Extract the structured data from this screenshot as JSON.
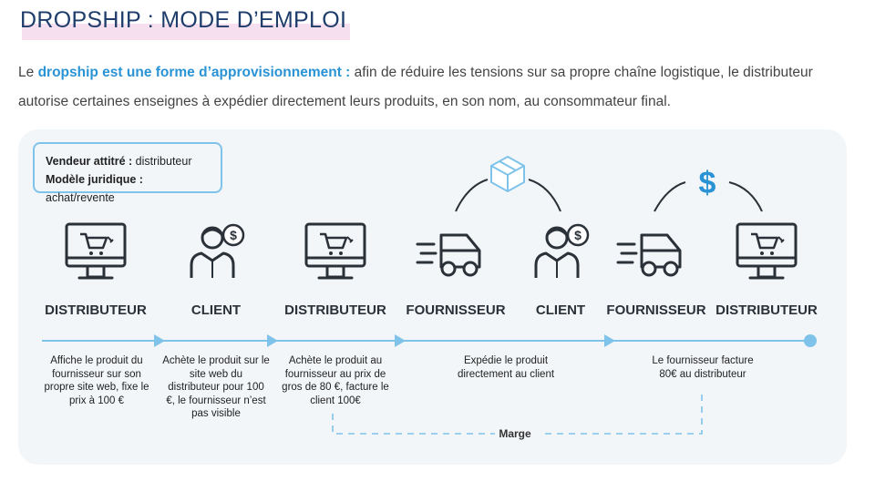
{
  "title": "DROPSHIP : MODE D’EMPLOI",
  "intro": {
    "lead": "Le",
    "highlight": "dropship est une forme d’approvisionnement :",
    "rest": "afin de réduire les tensions sur sa propre chaîne logistique, le distributeur autorise certaines enseignes à expédier directement leurs produits, en son nom, au consommateur final."
  },
  "infobox": {
    "line1_key": "Vendeur attitré :",
    "line1_val": "distributeur",
    "line2_key": "Modèle juridique :",
    "line2_val": "achat/revente"
  },
  "actors": [
    {
      "label": "DISTRIBUTEUR",
      "icon": "computer-cart-icon"
    },
    {
      "label": "CLIENT",
      "icon": "person-dollar-icon"
    },
    {
      "label": "DISTRIBUTEUR",
      "icon": "computer-cart-icon"
    },
    {
      "label": "FOURNISSEUR",
      "icon": "delivery-truck-icon"
    },
    {
      "label": "CLIENT",
      "icon": "person-dollar-icon"
    },
    {
      "label": "FOURNISSEUR",
      "icon": "delivery-truck-icon"
    },
    {
      "label": "DISTRIBUTEUR",
      "icon": "computer-cart-icon"
    }
  ],
  "links": [
    {
      "icon": "package-box-icon"
    },
    {
      "icon": "dollar-sign-icon",
      "glyph": "$"
    }
  ],
  "steps": [
    {
      "text": "Affiche le produit du fournisseur sur son propre site web, fixe le prix à 100 €"
    },
    {
      "text": "Achète le produit sur le site web du distributeur pour 100 €, le fournisseur n’est pas visible"
    },
    {
      "text": "Achète le produit au fournisseur au prix de gros de 80 €, facture le client 100€"
    },
    {
      "text": "Expédie le produit directement au client"
    },
    {
      "text": "Le fournisseur facture 80€ au distributeur"
    }
  ],
  "margin_label": "Marge",
  "colors": {
    "accent": "#2a93d5",
    "line": "#7fc3ea",
    "dark": "#2b3138",
    "title": "#1f3d6b",
    "panel": "#f3f6f9"
  }
}
